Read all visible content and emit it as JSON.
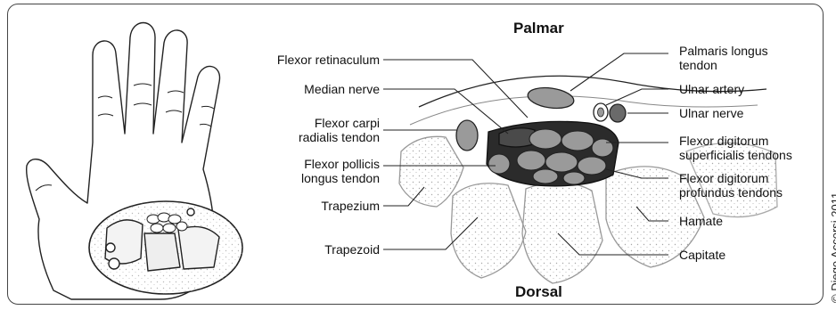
{
  "titles": {
    "top": "Palmar",
    "bottom": "Dorsal"
  },
  "labels_left": [
    {
      "id": "flexor-retinaculum",
      "lines": [
        "Flexor retinaculum"
      ]
    },
    {
      "id": "median-nerve",
      "lines": [
        "Median nerve"
      ]
    },
    {
      "id": "flexor-carpi-radialis",
      "lines": [
        "Flexor carpi",
        "radialis tendon"
      ]
    },
    {
      "id": "flexor-pollicis-longus",
      "lines": [
        "Flexor pollicis",
        "longus tendon"
      ]
    },
    {
      "id": "trapezium",
      "lines": [
        "Trapezium"
      ]
    },
    {
      "id": "trapezoid",
      "lines": [
        "Trapezoid"
      ]
    }
  ],
  "labels_right": [
    {
      "id": "palmaris-longus",
      "lines": [
        "Palmaris longus",
        "tendon"
      ]
    },
    {
      "id": "ulnar-artery",
      "lines": [
        "Ulnar artery"
      ]
    },
    {
      "id": "ulnar-nerve",
      "lines": [
        "Ulnar nerve"
      ]
    },
    {
      "id": "fds",
      "lines": [
        "Flexor digitorum",
        "superficialis tendons"
      ]
    },
    {
      "id": "fdp",
      "lines": [
        "Flexor digitorum",
        "profundus tendons"
      ]
    },
    {
      "id": "hamate",
      "lines": [
        "Hamate"
      ]
    },
    {
      "id": "capitate",
      "lines": [
        "Capitate"
      ]
    }
  ],
  "credit": "© Diego Accorsi 2011",
  "colors": {
    "line": "#222222",
    "tendon": "#9a9a9a",
    "nerve": "#4a4a4a",
    "canal": "#2b2b2b",
    "bone_dots": "#b5b5b5"
  }
}
